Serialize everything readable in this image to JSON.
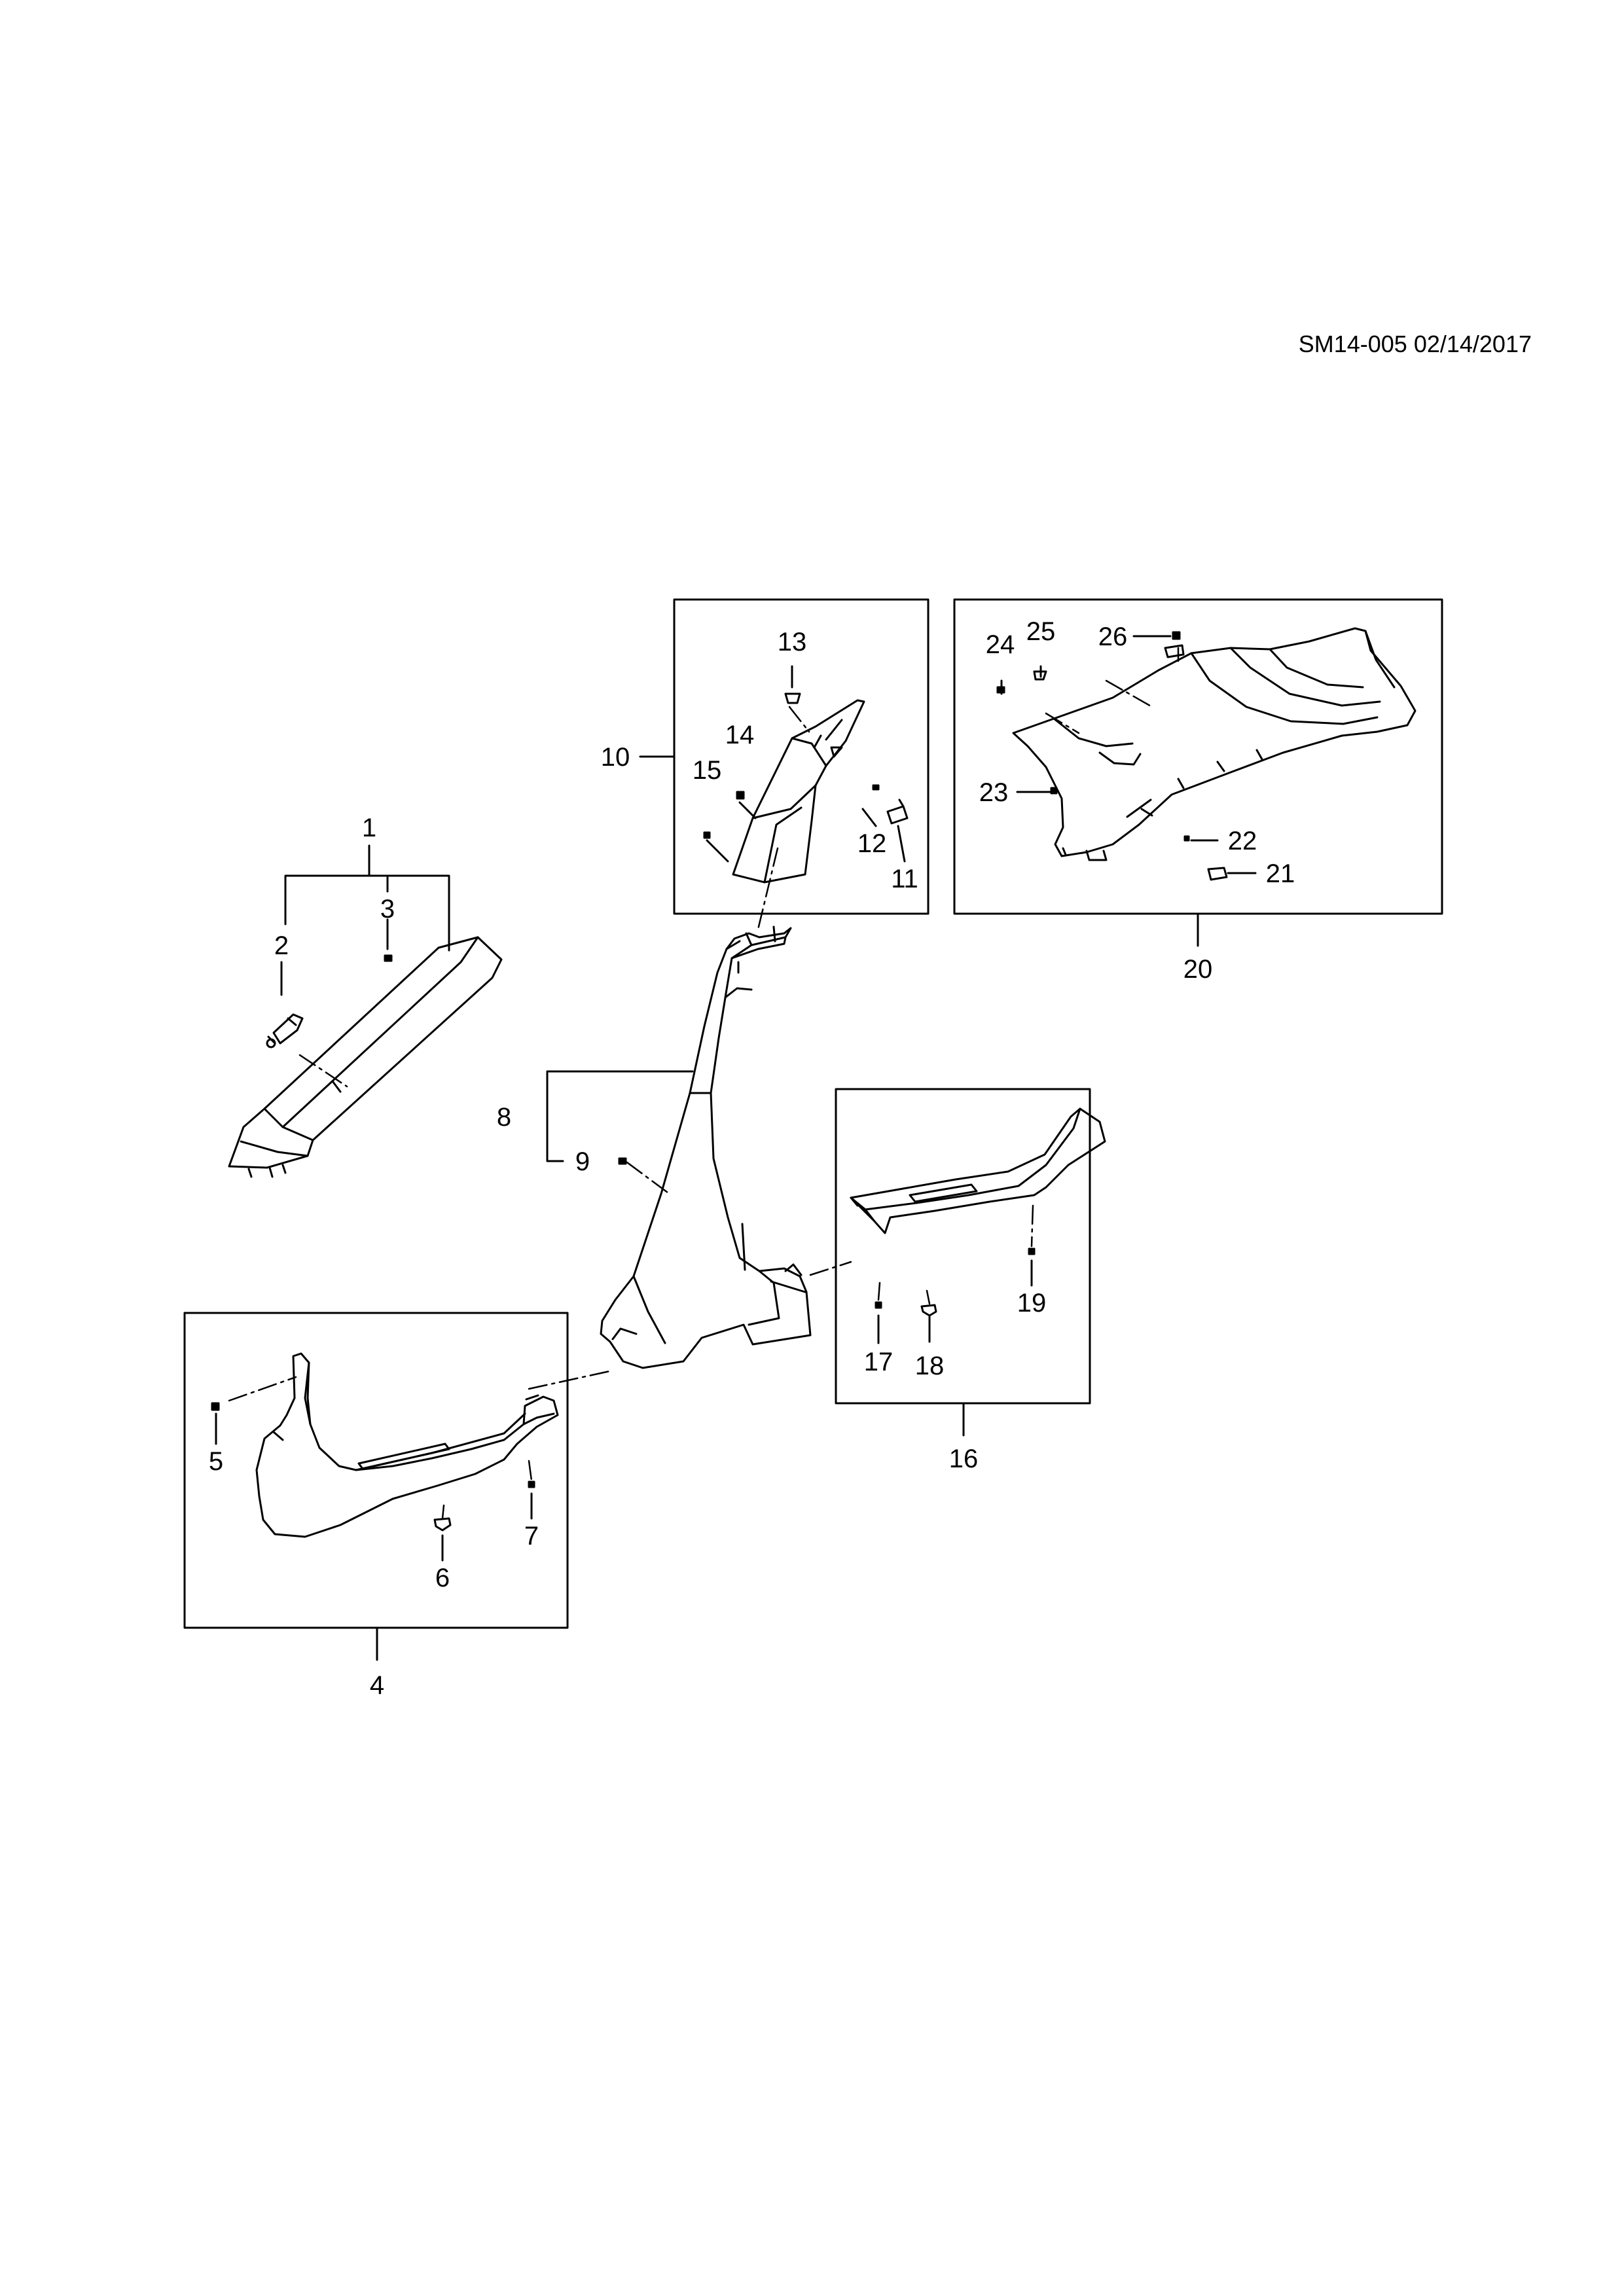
{
  "header": {
    "doc_ref": "SM14-005 02/14/2017"
  },
  "colors": {
    "ink": "#000000",
    "paper": "#ffffff"
  },
  "callouts": {
    "c1": "1",
    "c2": "2",
    "c3": "3",
    "c4": "4",
    "c5": "5",
    "c6": "6",
    "c7": "7",
    "c8": "8",
    "c9": "9",
    "c10": "10",
    "c11": "11",
    "c12": "12",
    "c13": "13",
    "c14": "14",
    "c15": "15",
    "c16": "16",
    "c17": "17",
    "c18": "18",
    "c19": "19",
    "c20": "20",
    "c21": "21",
    "c22": "22",
    "c23": "23",
    "c24": "24",
    "c25": "25",
    "c26": "26"
  }
}
